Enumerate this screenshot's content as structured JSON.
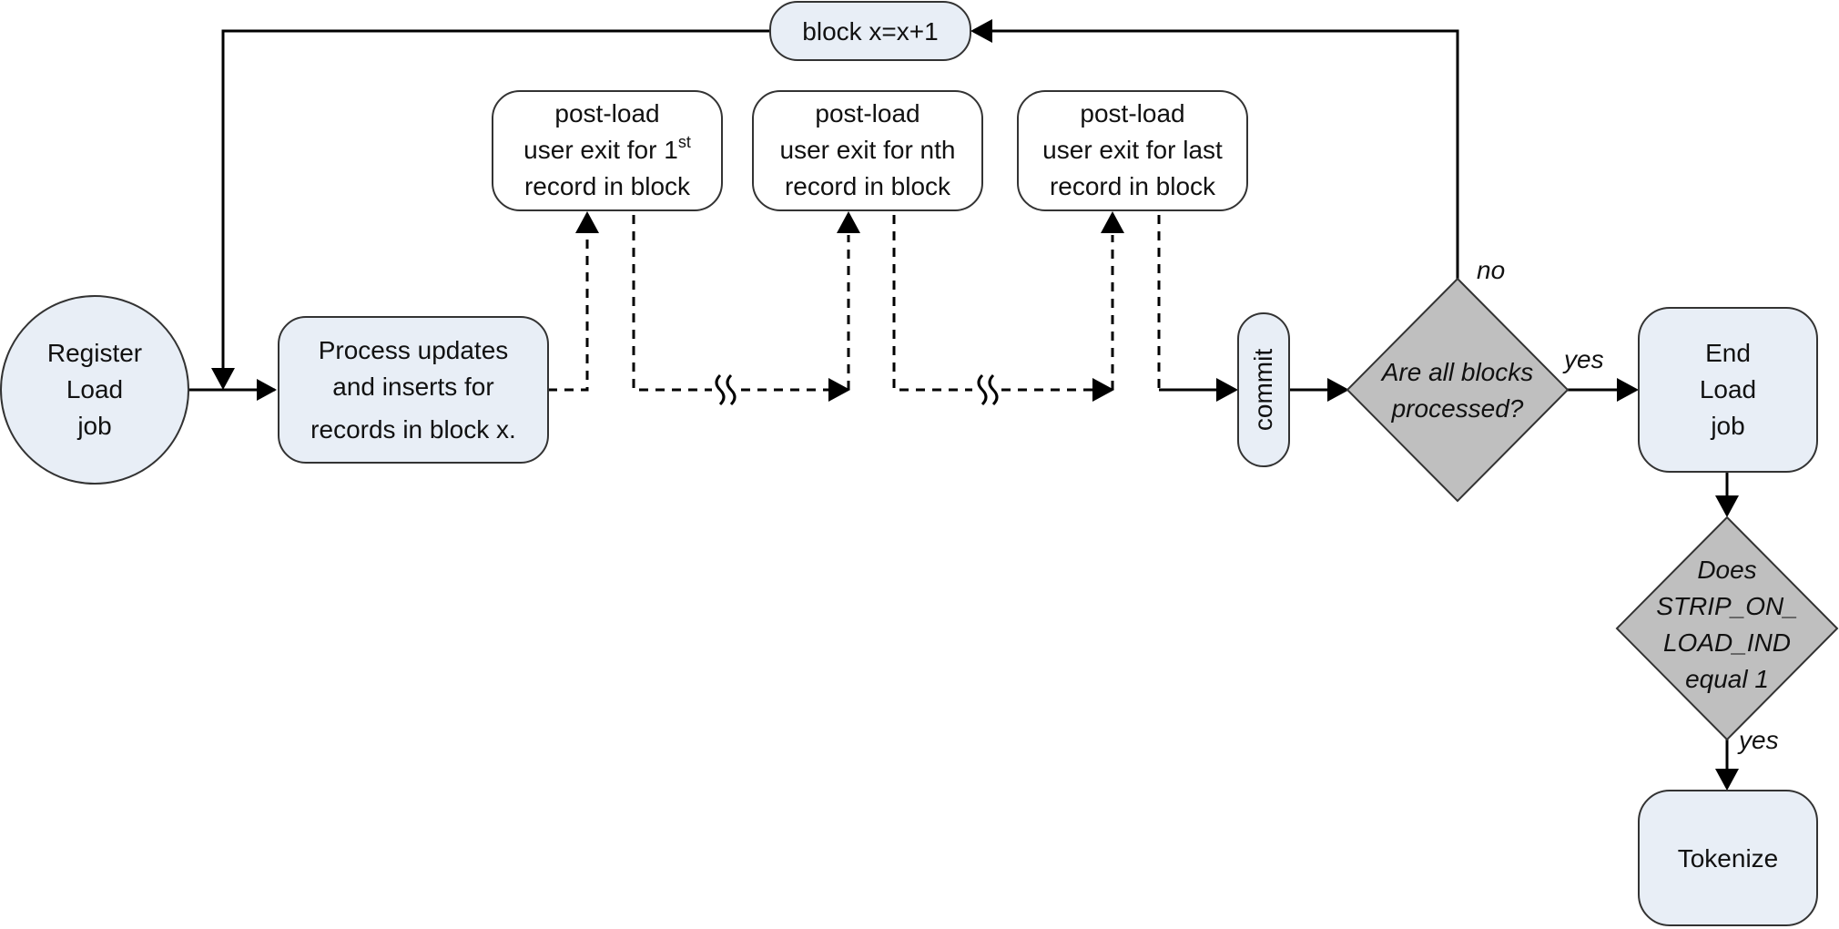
{
  "nodes": {
    "register": {
      "lines": [
        "Register",
        "Load",
        "job"
      ]
    },
    "process": {
      "lines": [
        "Process updates",
        "and inserts for",
        "records in  block x."
      ]
    },
    "increment": {
      "lines": [
        "block x=x+1"
      ]
    },
    "exit_first": {
      "line1": "post-load",
      "line2": "user exit for 1",
      "line2_sup": "st",
      "line3": "record in block"
    },
    "exit_nth": {
      "lines": [
        "post-load",
        "user exit for nth",
        "record in block"
      ]
    },
    "exit_last": {
      "lines": [
        "post-load",
        "user exit for last",
        "record in block"
      ]
    },
    "commit": {
      "lines": [
        "commit"
      ]
    },
    "all_blocks": {
      "lines": [
        "Are all blocks",
        "processed?"
      ]
    },
    "end_load": {
      "lines": [
        "End",
        "Load",
        "job"
      ]
    },
    "strip_check": {
      "lines": [
        "Does",
        "STRIP_ON_",
        "LOAD_IND",
        "equal 1"
      ]
    },
    "tokenize": {
      "lines": [
        "Tokenize"
      ]
    }
  },
  "edge_labels": {
    "no": "no",
    "yes_end": "yes",
    "yes_tokenize": "yes"
  }
}
